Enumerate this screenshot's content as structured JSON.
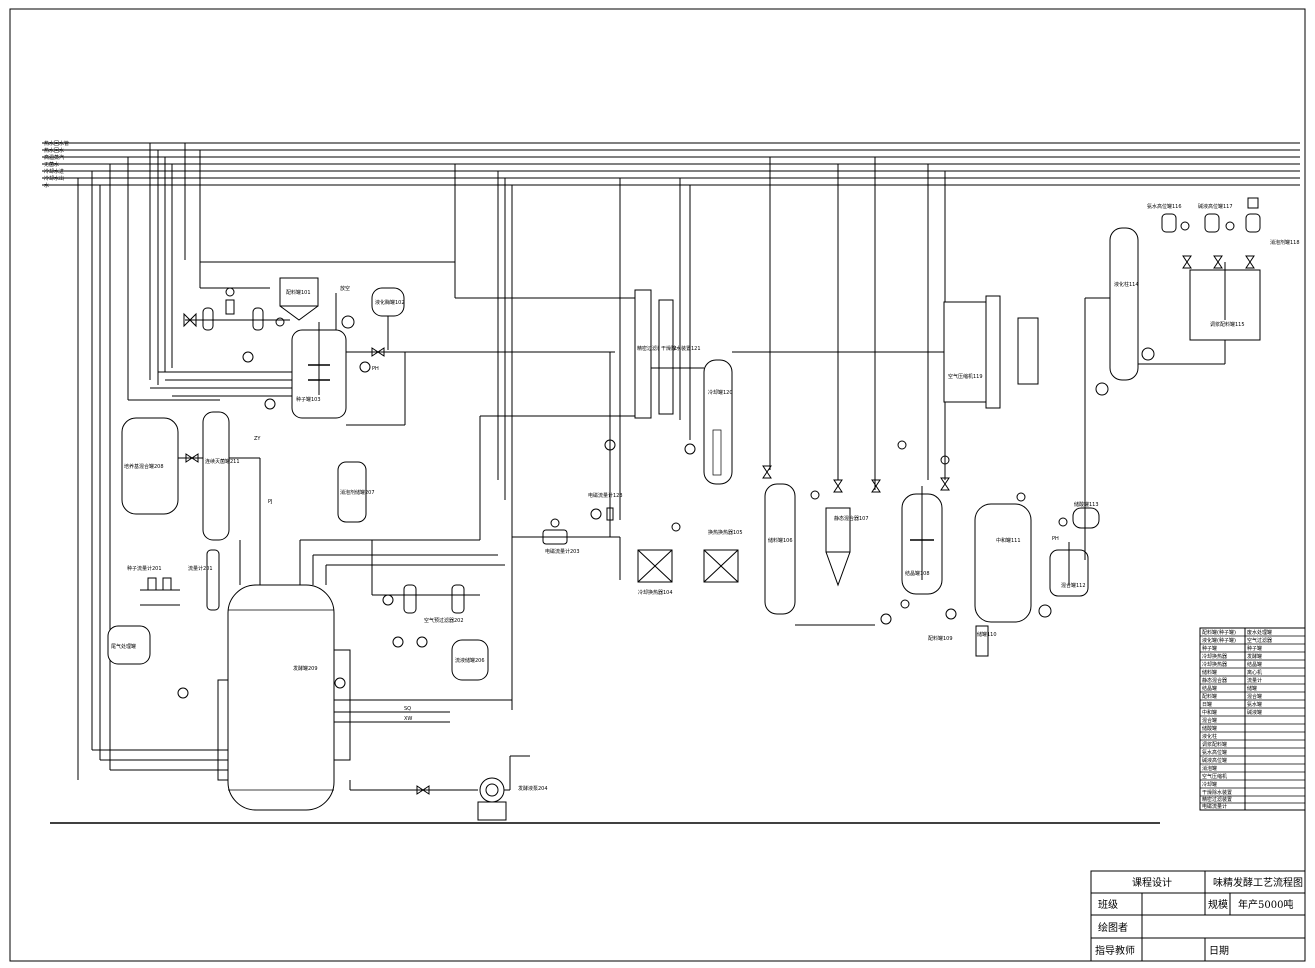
{
  "utilities": [
    "热水回水管",
    "热水回水",
    "高温蒸汽",
    "无菌水",
    "冷却水进",
    "冷却水出",
    "水"
  ],
  "equipment": {
    "mix_101": "配料罐101",
    "liquefy_102": "液化酶罐102",
    "seed_103": "种子罐103",
    "mix_208": "培养基混合罐208",
    "cont_sterile_211": "连续灭菌罐211",
    "flow_201": "流量计201",
    "seed_meter_201": "种子流量计201",
    "waste_gas": "尾气处理罐",
    "defoam_207": "消泡剂储罐207",
    "air_filter_202": "空气预过滤器202",
    "ferment_209": "发酵罐209",
    "flow_tank_206": "流液储罐206",
    "ferment_pump_204": "发酵液泵204",
    "em_flow_203": "电磁流量计203",
    "em_flow_123": "电磁流量计123",
    "filter_122": "精密过滤装置122",
    "dryer_121": "干燥除水装置121",
    "cool_tank_120": "冷却罐120",
    "cooler_104": "冷却换热器104",
    "exchanger_105": "换热换热器105",
    "storage_106": "储料罐106",
    "mixer_107": "静态混合器107",
    "crystal_108": "结晶罐108",
    "tank_109": "配料罐109",
    "tank_110": "储罐110",
    "neutral_111": "中和罐111",
    "mixer_112": "混合罐112",
    "tank_113": "储酸罐113",
    "liquefy_114": "液化柱114",
    "ammonia_116": "氨水高位罐116",
    "alkali_117": "碱液高位罐117",
    "tank_118": "消泡剂罐118",
    "adjust_115": "调浆配料罐115",
    "compressor_119": "空气压缩机119"
  },
  "tags": {
    "vent": "放空",
    "ph": "PH",
    "ph2": "PH",
    "zy": "ZY",
    "pj": "PJ",
    "sq": "SQ",
    "xw": "XW"
  },
  "legend": [
    [
      "配料罐(种子罐)",
      "废水处理罐"
    ],
    [
      "液化罐(种子罐)",
      "空气过滤器"
    ],
    [
      "种子罐",
      "种子罐"
    ],
    [
      "冷却换热器",
      "发酵罐"
    ],
    [
      "冷却换热器",
      "结晶罐"
    ],
    [
      "储料罐",
      "离心机"
    ],
    [
      "静态混合器",
      "流量计"
    ],
    [
      "结晶罐",
      "储罐"
    ],
    [
      "配料罐",
      "混合罐"
    ],
    [
      "日罐",
      "氨水罐"
    ],
    [
      "中和罐",
      "碱液罐"
    ],
    [
      "混合罐",
      ""
    ],
    [
      "储酸罐",
      ""
    ],
    [
      "液化柱",
      ""
    ],
    [
      "调浆配料罐",
      ""
    ],
    [
      "氨水高位罐",
      ""
    ],
    [
      "碱液高位罐",
      ""
    ],
    [
      "消泡罐",
      ""
    ],
    [
      "空气压缩机",
      ""
    ],
    [
      "冷却罐",
      ""
    ],
    [
      "干燥除水装置",
      ""
    ],
    [
      "精密过滤装置",
      ""
    ],
    [
      "电磁流量计",
      ""
    ]
  ],
  "title_block": {
    "course": "课程设计",
    "title": "味精发酵工艺流程图",
    "class_label": "班级",
    "scale_label": "规模",
    "scale_value": "年产5000吨",
    "drawer_label": "绘图者",
    "teacher_label": "指导教师",
    "date_label": "日期"
  }
}
